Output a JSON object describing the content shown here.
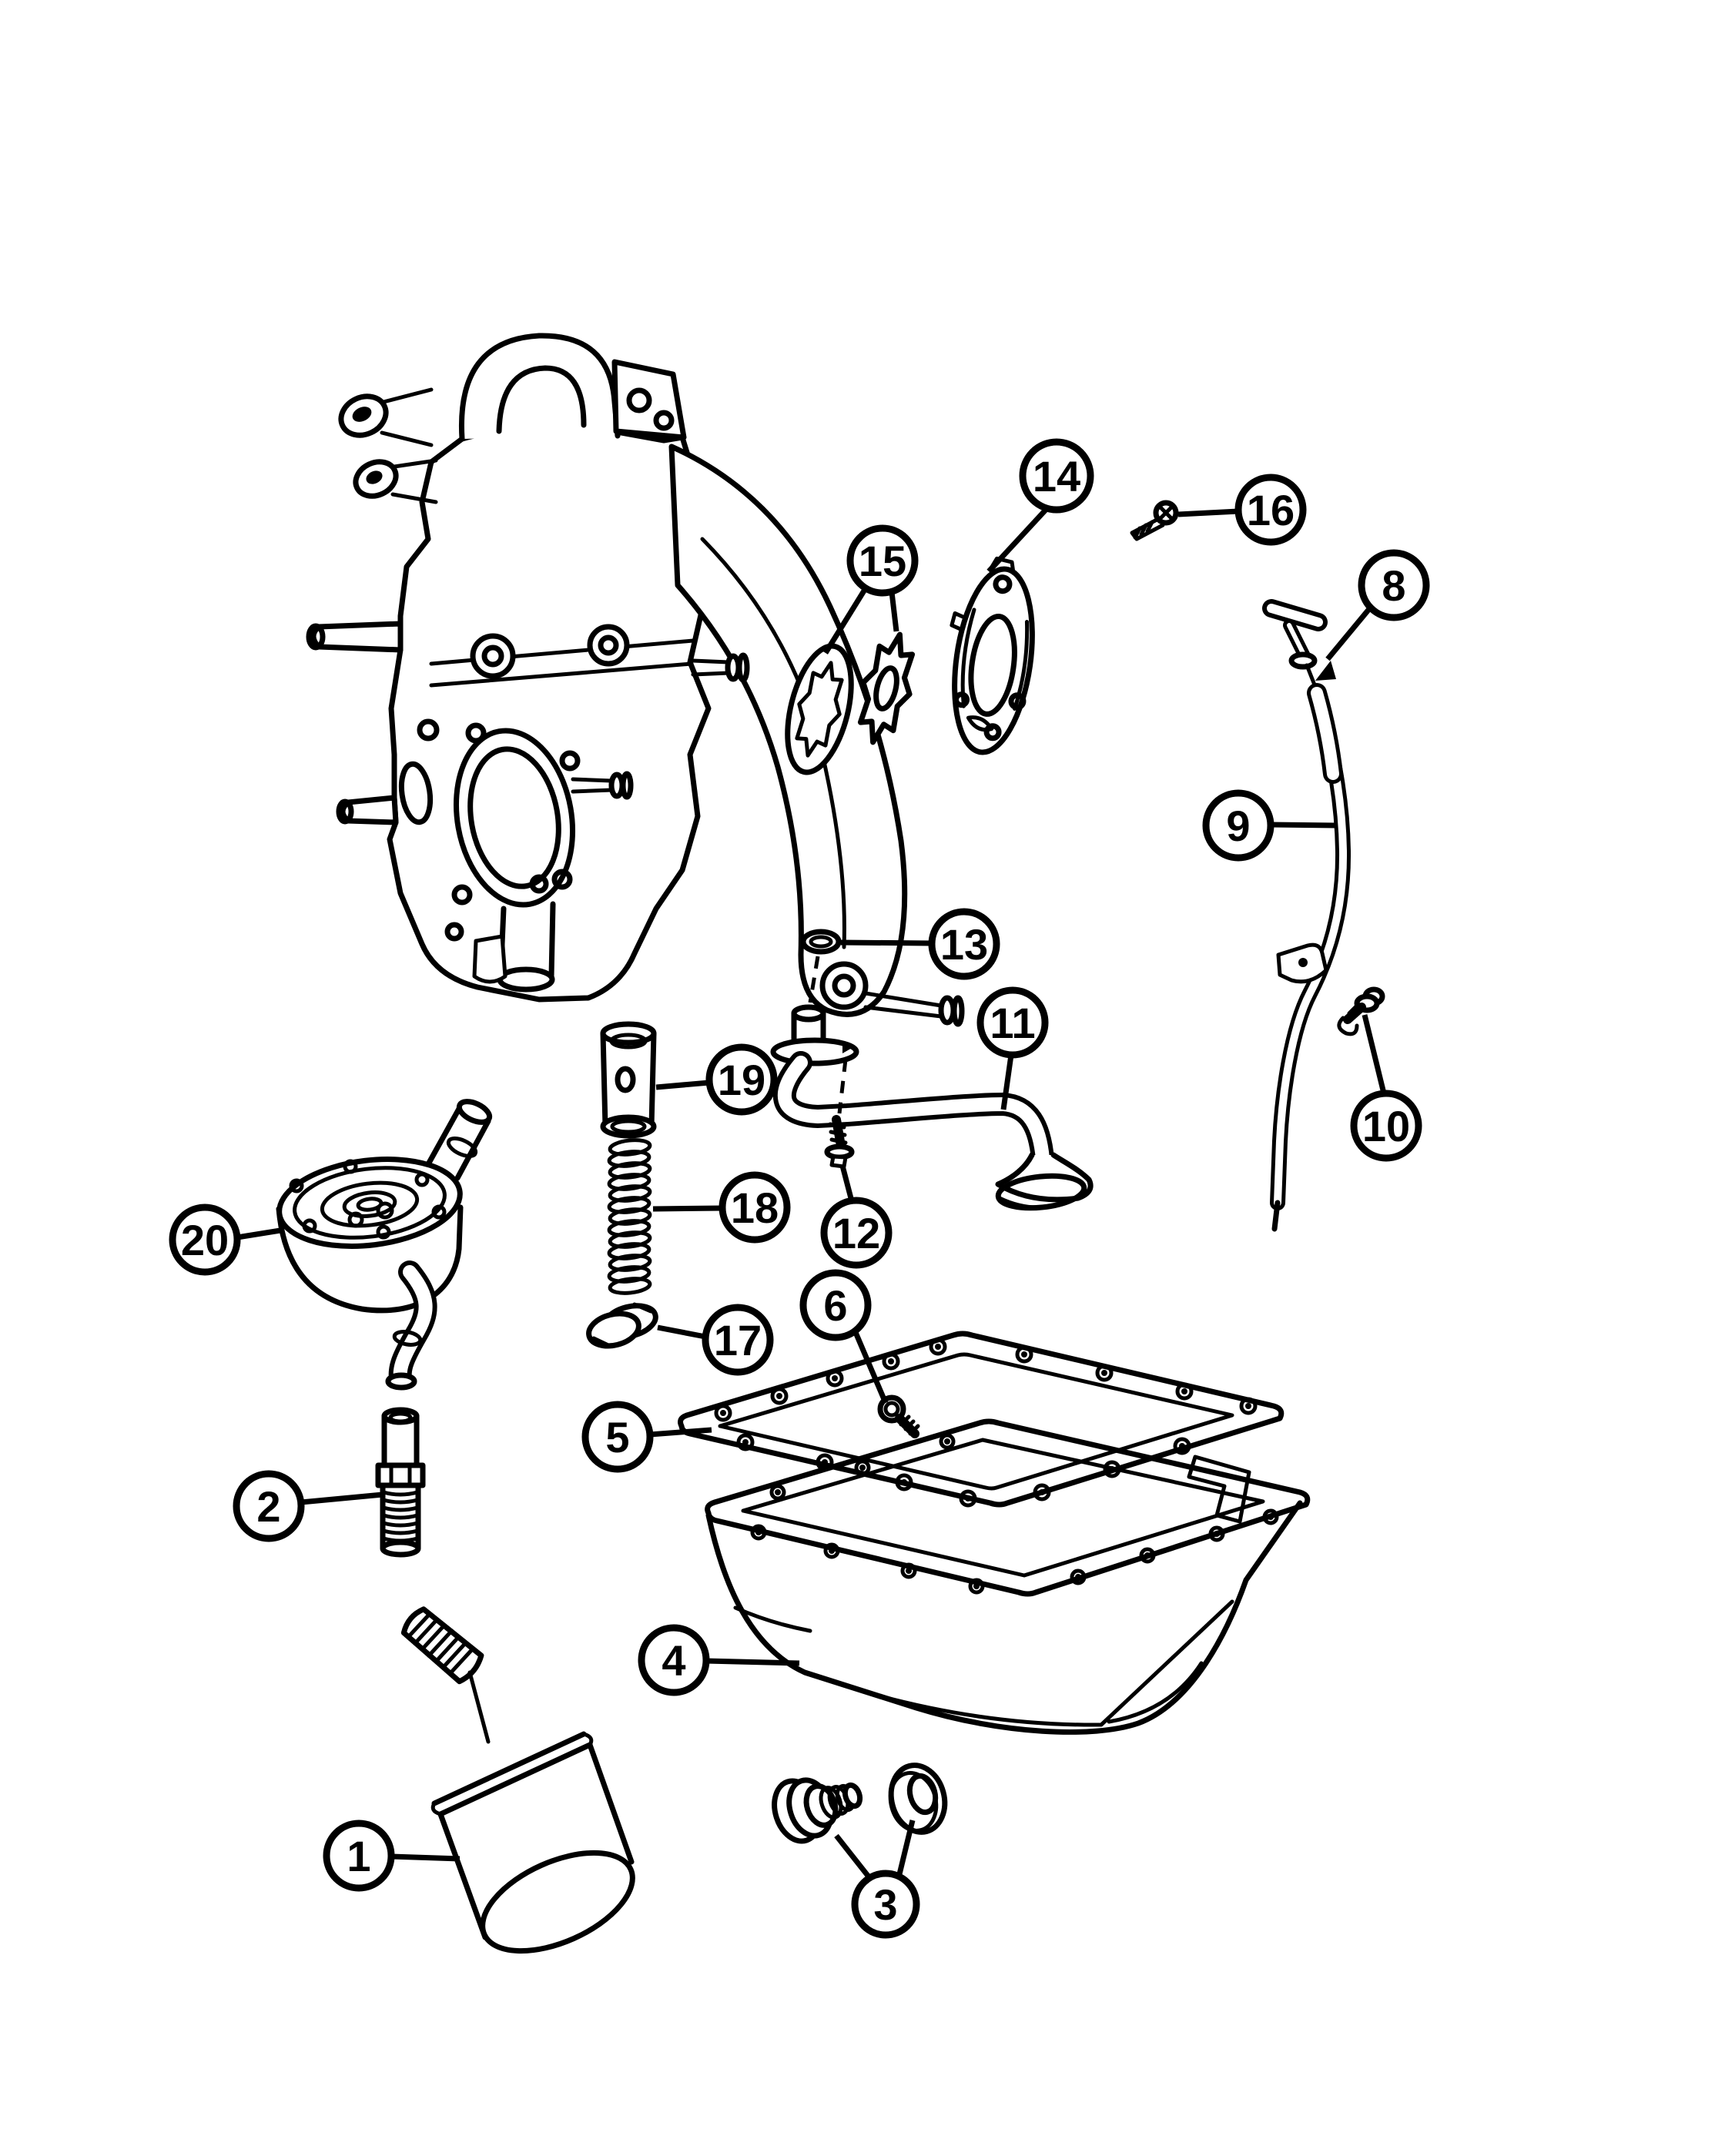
{
  "diagram": {
    "background_color": "#ffffff",
    "line_color": "#000000"
  },
  "callouts": {
    "c1": {
      "label": "1"
    },
    "c2": {
      "label": "2"
    },
    "c3": {
      "label": "3"
    },
    "c4": {
      "label": "4"
    },
    "c5": {
      "label": "5"
    },
    "c6": {
      "label": "6"
    },
    "c8": {
      "label": "8"
    },
    "c9": {
      "label": "9"
    },
    "c10": {
      "label": "10"
    },
    "c11": {
      "label": "11"
    },
    "c12": {
      "label": "12"
    },
    "c13": {
      "label": "13"
    },
    "c14": {
      "label": "14"
    },
    "c15": {
      "label": "15"
    },
    "c16": {
      "label": "16"
    },
    "c17": {
      "label": "17"
    },
    "c18": {
      "label": "18"
    },
    "c19": {
      "label": "19"
    },
    "c20": {
      "label": "20"
    }
  }
}
